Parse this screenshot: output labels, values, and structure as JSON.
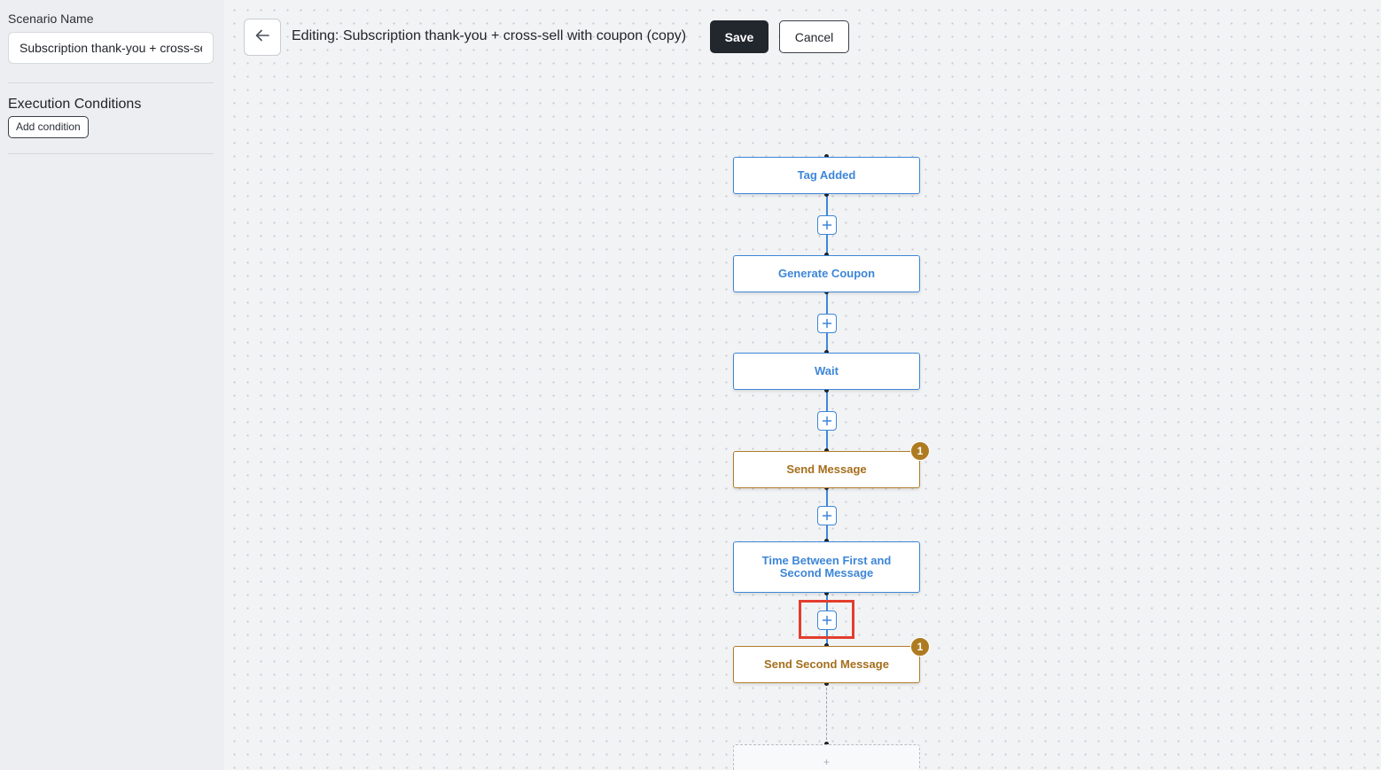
{
  "sidebar": {
    "scenario_name_label": "Scenario Name",
    "scenario_name_value": "Subscription thank-you + cross-sell with coupon (copy)",
    "execution_conditions_heading": "Execution Conditions",
    "add_condition_label": "Add condition"
  },
  "header": {
    "back_icon": "arrow-left-icon",
    "title": "Editing: Subscription thank-you + cross-sell with coupon (copy)",
    "save_label": "Save",
    "cancel_label": "Cancel"
  },
  "flow": {
    "nodes": [
      {
        "label": "Tag Added",
        "kind": "trigger"
      },
      {
        "label": "Generate Coupon",
        "kind": "action"
      },
      {
        "label": "Wait",
        "kind": "action"
      },
      {
        "label": "Send Message",
        "kind": "message",
        "badge": "1"
      },
      {
        "label": "Time Between First and Second Message",
        "kind": "action"
      },
      {
        "label": "Send Second Message",
        "kind": "message",
        "badge": "1"
      }
    ],
    "add_step_icon": "plus-icon",
    "end_placeholder_icon": "plus-icon",
    "end_placeholder_glyph": "+"
  },
  "colors": {
    "action_node": "#3d86d8",
    "message_node": "#a56e1c",
    "badge": "#ae7b21",
    "highlight": "#e33d2f",
    "save_button": "#22262d"
  }
}
